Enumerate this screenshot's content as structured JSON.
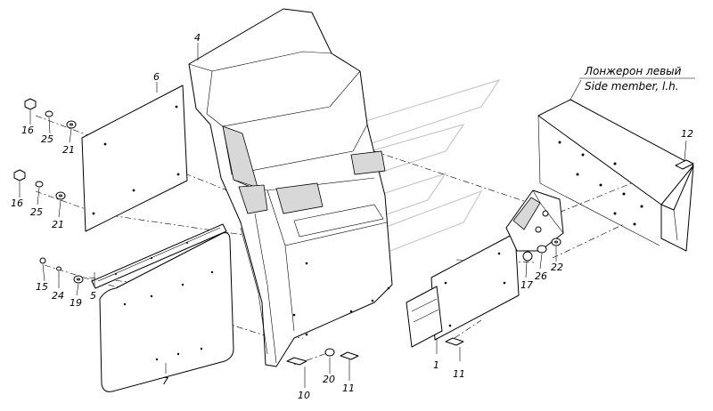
{
  "callouts": {
    "c1": "1",
    "c4": "4",
    "c5": "5",
    "c6": "6",
    "c7": "7",
    "c10": "10",
    "c11a": "11",
    "c11b": "11",
    "c12": "12",
    "c15": "15",
    "c16a": "16",
    "c16b": "16",
    "c17": "17",
    "c19": "19",
    "c20": "20",
    "c21a": "21",
    "c21b": "21",
    "c22": "22",
    "c24": "24",
    "c25a": "25",
    "c25b": "25",
    "c26": "26"
  },
  "side_member_label": {
    "ru": "Лонжерон левый",
    "en": "Side member, l.h."
  },
  "colors": {
    "line": "#000000",
    "background": "#ffffff",
    "watermark": "#c8c8c8"
  }
}
